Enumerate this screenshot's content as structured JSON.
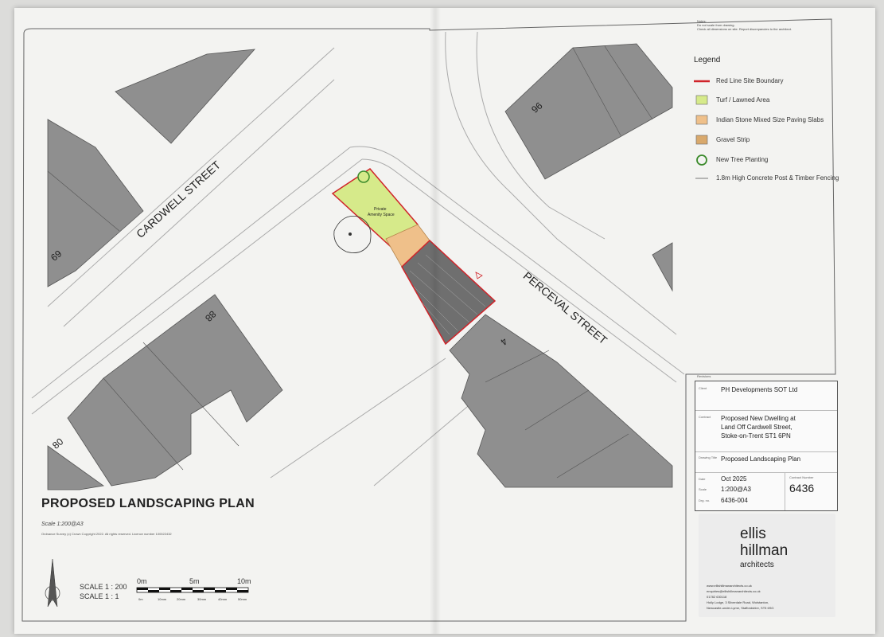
{
  "notes": {
    "line1": "Notes:",
    "line2": "Do not scale from drawing.",
    "line3": "Check all dimensions on site. Report discrepancies to the architect."
  },
  "legend": {
    "title": "Legend",
    "items": [
      {
        "label": "Red Line Site Boundary",
        "color": "#d0242a"
      },
      {
        "label": "Turf / Lawned Area",
        "color": "#d6ea8a"
      },
      {
        "label": "Indian Stone Mixed Size Paving Slabs",
        "color": "#efc08a"
      },
      {
        "label": "Gravel Strip",
        "color": "#d9a96c"
      },
      {
        "label": "New Tree Planting",
        "color": "#3a8a2a"
      },
      {
        "label": "1.8m High Concrete Post & Timber Fencing",
        "color": "#777777"
      }
    ]
  },
  "streets": {
    "cardwell": "CARDWELL STREET",
    "perceval": "PERCEVAL STREET"
  },
  "house_numbers": {
    "n96": "96",
    "n69": "69",
    "n88": "88",
    "n80": "80",
    "n4": "4"
  },
  "site": {
    "label1": "Private",
    "label2": "Amenity Space"
  },
  "drawing": {
    "title": "PROPOSED LANDSCAPING PLAN",
    "scale_note": "Scale 1:200@A3",
    "copyright": "Ordnance Survey (c) Crown Copyright 2022. All rights reserved. Licence number 100022432"
  },
  "scalebar": {
    "label1": "SCALE 1 : 200",
    "label2": "SCALE 1 : 1",
    "m0": "0m",
    "m5": "5m",
    "m10": "10m",
    "mm0": "0m",
    "mm10": "10mm",
    "mm20": "20mm",
    "mm30": "30mm",
    "mm40": "40mm",
    "mm50": "50mm"
  },
  "title_block": {
    "revisions_label": "Revisions",
    "client_label": "Client",
    "client": "PH Developments SOT Ltd",
    "contract_label": "Contract",
    "contract1": "Proposed New Dwelling at",
    "contract2": "Land Off Cardwell Street,",
    "contract3": "Stoke-on-Trent ST1 6PN",
    "drawing_title_label": "Drawing Title",
    "drawing_title": "Proposed Landscaping Plan",
    "date_label": "Date",
    "date": "Oct 2025",
    "scale_label": "Scale",
    "scale": "1:200@A3",
    "drg_label": "Drg. no.",
    "drg": "6436-004",
    "contract_number_label": "Contract Number",
    "contract_number": "6436"
  },
  "company": {
    "name1": "ellis",
    "name2": "hillman",
    "name3": "architects",
    "web": "www.ellishillmanarchitects.co.uk",
    "email": "enquiries@ellishillmanarchitects.co.uk",
    "phone": "01782 630118",
    "addr1": "Holly Lodge, 3 Silverdale Road, Wolstanton,",
    "addr2": "Newcastle-under-Lyme, Staffordshire, ST5 6SG"
  }
}
